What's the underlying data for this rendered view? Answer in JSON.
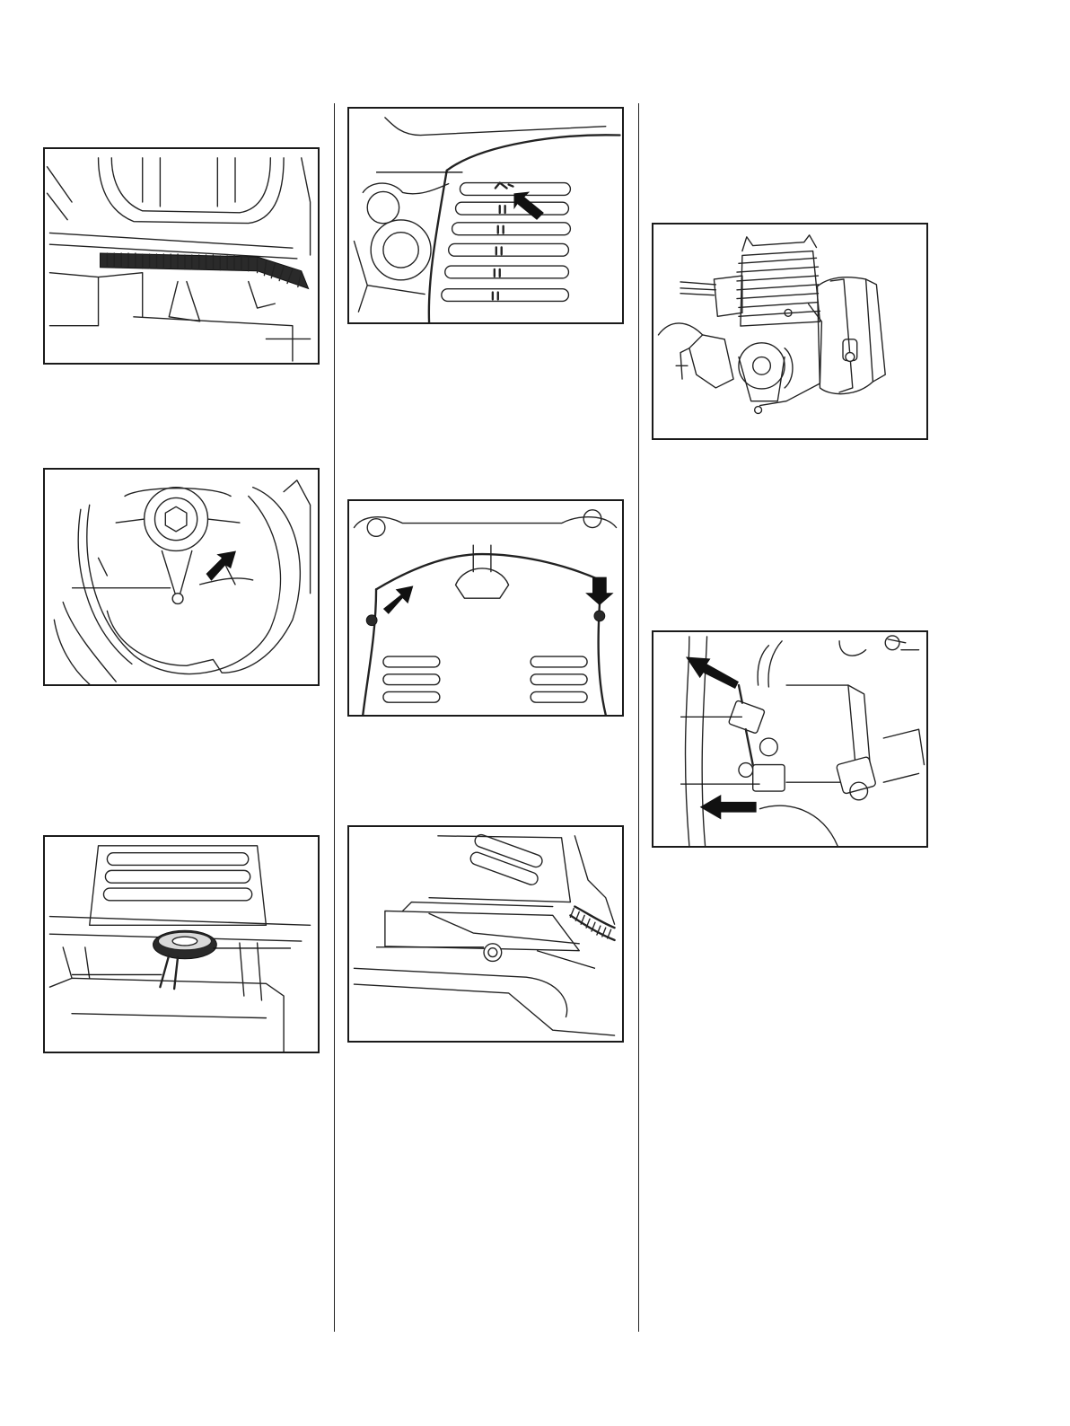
{
  "page": {
    "figures": [
      {
        "id": "fig-1",
        "subject": "corrugated-hose-routing"
      },
      {
        "id": "fig-2",
        "subject": "fan-housing-bracket"
      },
      {
        "id": "fig-3",
        "subject": "rubber-grommet"
      },
      {
        "id": "fig-4",
        "subject": "shroud-vents"
      },
      {
        "id": "fig-5",
        "subject": "shroud-screws"
      },
      {
        "id": "fig-6",
        "subject": "base-screw"
      },
      {
        "id": "fig-7",
        "subject": "engine-assembly"
      },
      {
        "id": "fig-8",
        "subject": "ignition-connectors"
      }
    ]
  },
  "colors": {
    "line": "#222222",
    "arrow": "#111111",
    "frame": "#1a1a1a"
  },
  "icons": {
    "pointer": "arrow-icon"
  }
}
